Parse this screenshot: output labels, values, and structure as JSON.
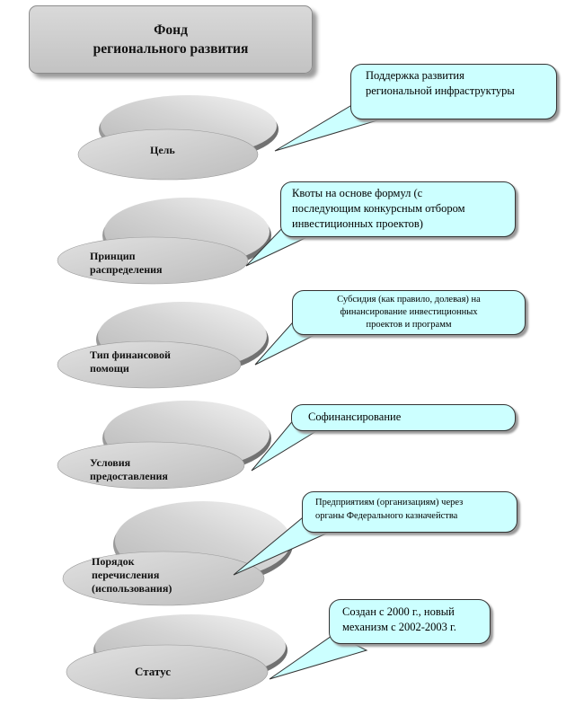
{
  "title": "Фонд\nрегионального развития",
  "items": [
    {
      "label": "Цель",
      "text": "Поддержка развития\nрегиональной инфраструктуры"
    },
    {
      "label": "Принцип\nраспределения",
      "text": "Квоты на основе формул (с\nпоследующим конкурсным отбором\nинвестиционных проектов)"
    },
    {
      "label": "Тип финансовой\nпомощи",
      "text": "Субсидия (как правило, долевая) на\nфинансирование инвестиционных\nпроектов и программ"
    },
    {
      "label": "Условия\nпредоставления",
      "text": "Софинансирование"
    },
    {
      "label": "Порядок\nперечисления\n(использования)",
      "text": "Предприятиям (организациям) через\nорганы Федерального казначейства"
    },
    {
      "label": "Статус",
      "text": "Создан с 2000 г., новый\nмеханизм с 2002-2003 г."
    }
  ],
  "colors": {
    "callout_fill": "#ccffff",
    "disc_light": "#f2f2f2",
    "disc_dark": "#8e8e8e"
  }
}
